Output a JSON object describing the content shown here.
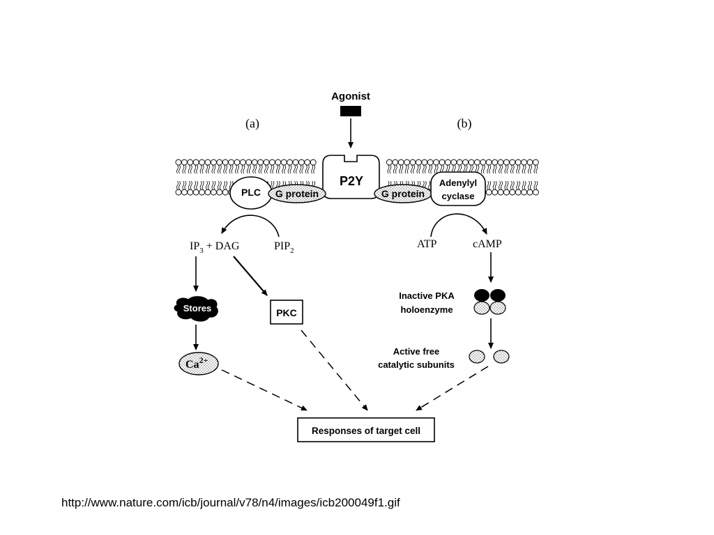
{
  "labels": {
    "agonist": "Agonist",
    "panel_a": "(a)",
    "panel_b": "(b)",
    "p2y": "P2Y",
    "plc": "PLC",
    "g_protein_left": "G protein",
    "g_protein_right": "G protein",
    "adenylyl_line1": "Adenylyl",
    "adenylyl_line2": "cyclase",
    "ip3": "IP",
    "ip3_sub": "3",
    "dag": " + DAG",
    "pip": "PIP",
    "pip_sub": "2",
    "atp": "ATP",
    "camp": "cAMP",
    "stores": "Stores",
    "pkc": "PKC",
    "ca": "Ca",
    "ca_sup": "2+",
    "pka_line1": "Inactive PKA",
    "pka_line2": "holoenzyme",
    "free_line1": "Active free",
    "free_line2": "catalytic subunits",
    "responses": "Responses of target cell"
  },
  "caption": "http://www.nature.com/icb/journal/v78/n4/images/icb200049f1.gif"
}
